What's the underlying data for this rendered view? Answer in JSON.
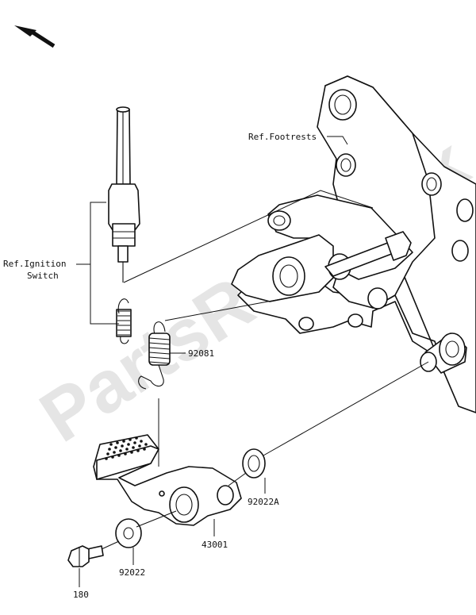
{
  "watermark": "PartsRepublik",
  "labels": {
    "ref_footrests": "Ref.Footrests",
    "ref_ignition_line1": "Ref.Ignition",
    "ref_ignition_line2": "Switch",
    "part_92081": "92081",
    "part_92022A": "92022A",
    "part_43001": "43001",
    "part_92022": "92022",
    "part_180": "180"
  },
  "icons": {
    "direction": "arrow-up-left-icon",
    "watermark_logo": "gear-icon"
  },
  "colors": {
    "line": "#111111",
    "watermark": "#cfcfcf",
    "background": "#ffffff"
  }
}
